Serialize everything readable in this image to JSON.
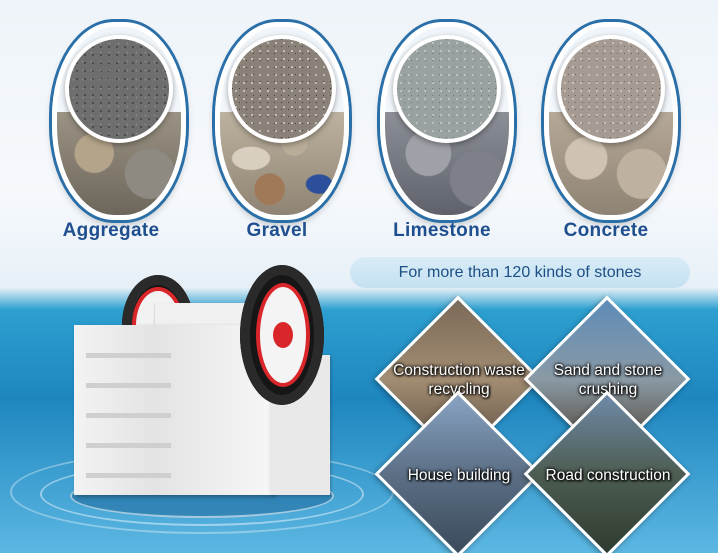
{
  "stones": [
    {
      "label": "Aggregate"
    },
    {
      "label": "Gravel"
    },
    {
      "label": "Limestone"
    },
    {
      "label": "Concrete"
    }
  ],
  "banner": {
    "text": "For more than 120 kinds of stones"
  },
  "applications": [
    {
      "label": "Construction waste recycling"
    },
    {
      "label": "Sand and stone crushing"
    },
    {
      "label": "House building"
    },
    {
      "label": "Road construction"
    }
  ],
  "colors": {
    "label_blue": "#1f4f8f",
    "oval_border": "#2a6fa8",
    "flywheel_red": "#d8262a",
    "water_blue": "#1e86bf"
  }
}
